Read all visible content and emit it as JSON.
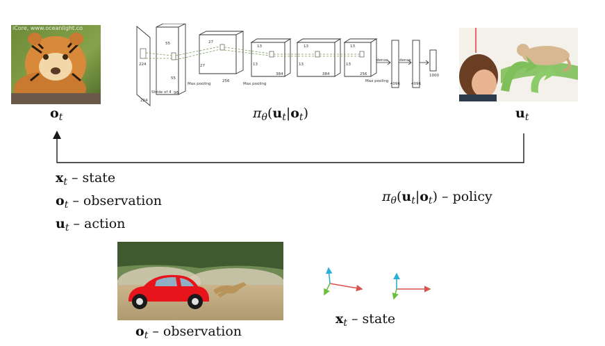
{
  "top": {
    "obs_symbol": "o",
    "obs_sub": "t",
    "action_symbol": "u",
    "action_sub": "t",
    "policy": {
      "pi": "π",
      "theta": "θ",
      "open": "(",
      "u": "u",
      "u_sub": "t",
      "bar": "|",
      "o": "o",
      "o_sub": "t",
      "close": ")"
    },
    "tiger_watermark": "iCore, www.oceanlight.co"
  },
  "cnn": {
    "labels": {
      "in_top": "224",
      "in_side": "224",
      "stride": "Stride of 4",
      "c1_a": "55",
      "c1_b": "55",
      "c1_depth": "96",
      "c2_a": "27",
      "c2_b": "27",
      "c2_depth": "256",
      "pool1": "Max pooling",
      "c3_a": "13",
      "c3_b": "13",
      "c3_depth": "384",
      "pool2": "Max pooling",
      "c4_a": "13",
      "c4_b": "13",
      "c4_depth": "384",
      "c5_a": "13",
      "c5_b": "13",
      "c5_depth": "256",
      "pool3": "Max pooling",
      "dense1": "dense",
      "dense2": "dense",
      "fc1": "4096",
      "fc2": "4096",
      "fc3": "1000"
    }
  },
  "legend_left": [
    {
      "symbol": "x",
      "sub": "t",
      "text": "– state"
    },
    {
      "symbol": "o",
      "sub": "t",
      "text": "– observation"
    },
    {
      "symbol": "u",
      "sub": "t",
      "text": "– action"
    }
  ],
  "legend_right": {
    "text": "– policy"
  },
  "bottom": {
    "obs_caption": {
      "symbol": "o",
      "sub": "t",
      "text": "– observation"
    },
    "state_caption": {
      "symbol": "x",
      "sub": "t",
      "text": "– state"
    }
  },
  "colors": {
    "arrow": "#1a1a1a",
    "axis_x": "#d9534f",
    "axis_y": "#2ab0d6",
    "axis_z": "#6cbf3a",
    "car": "#e8141c"
  }
}
